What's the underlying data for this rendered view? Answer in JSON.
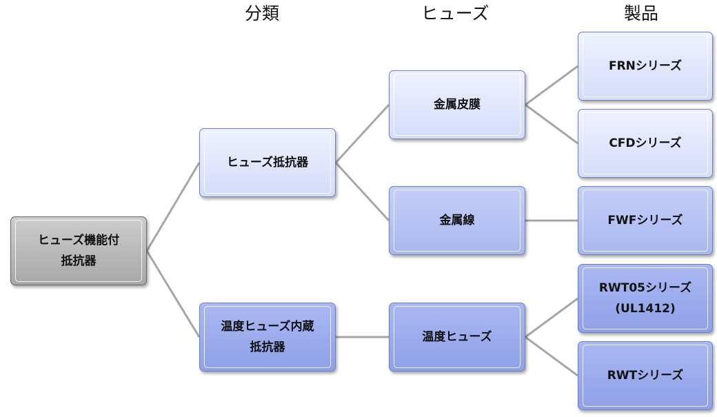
{
  "headers": {
    "category": "分類",
    "fuse": "ヒューズ",
    "product": "製品"
  },
  "nodes": {
    "root": [
      "ヒューズ機能付",
      "抵抗器"
    ],
    "fuse_resistor": "ヒューズ抵抗器",
    "thermal_fuse_resistor": [
      "温度ヒューズ内蔵",
      "抵抗器"
    ],
    "metal_film": "金属皮膜",
    "metal_wire": "金属線",
    "thermal_fuse": "温度ヒューズ",
    "frn": "FRNシリーズ",
    "cfd": "CFDシリーズ",
    "fwf": "FWFシリーズ",
    "rwt05": [
      "RWT05シリーズ",
      "(UL1412)"
    ],
    "rwt": "RWTシリーズ"
  },
  "colors": {
    "connector": "#a6a6a6",
    "root_fill": "#b9b9b9",
    "light_fill": "#e1e6fc",
    "mid_fill": "#b7c3f4",
    "dark_fill": "#9dadee"
  }
}
